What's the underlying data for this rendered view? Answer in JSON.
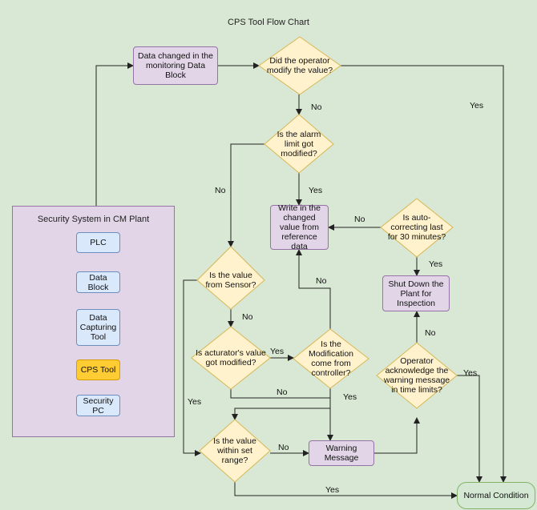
{
  "title": "CPS Tool Flow Chart",
  "system": {
    "title": "Security System in CM Plant",
    "items": [
      "PLC",
      "Data Block",
      "Data Capturing Tool",
      "CPS Tool",
      "Security PC"
    ]
  },
  "nodes": {
    "data_changed": "Data changed in the monitoring Data Block",
    "operator_modify": "Did the operator modify the value?",
    "alarm_limit": "Is the alarm limit got modified?",
    "write_value": "Write in the changed value from reference data",
    "auto_correcting": "Is auto-correcting last for 30 minutes?",
    "from_sensor": "Is the value from Sensor?",
    "shut_down": "Shut Down the Plant for Inspection",
    "actuator_modified": "Is acturator's value got modified?",
    "modification_controller": "Is the Modification come from controller?",
    "operator_ack": "Operator acknowledge the warning message in time limits?",
    "within_range": "Is the value within set range?",
    "warning": "Warning Message",
    "normal": "Normal Condition"
  },
  "labels": {
    "yes": "Yes",
    "no": "No"
  },
  "colors": {
    "background": "#d9e8d4",
    "decision_fill": "#fff2cc",
    "decision_border": "#d6b656",
    "process_fill": "#e1d5e7",
    "process_border": "#9673a6",
    "component_fill": "#dae8fc",
    "highlight_fill": "#ffcc33",
    "terminal_fill": "#d5e8d4"
  }
}
